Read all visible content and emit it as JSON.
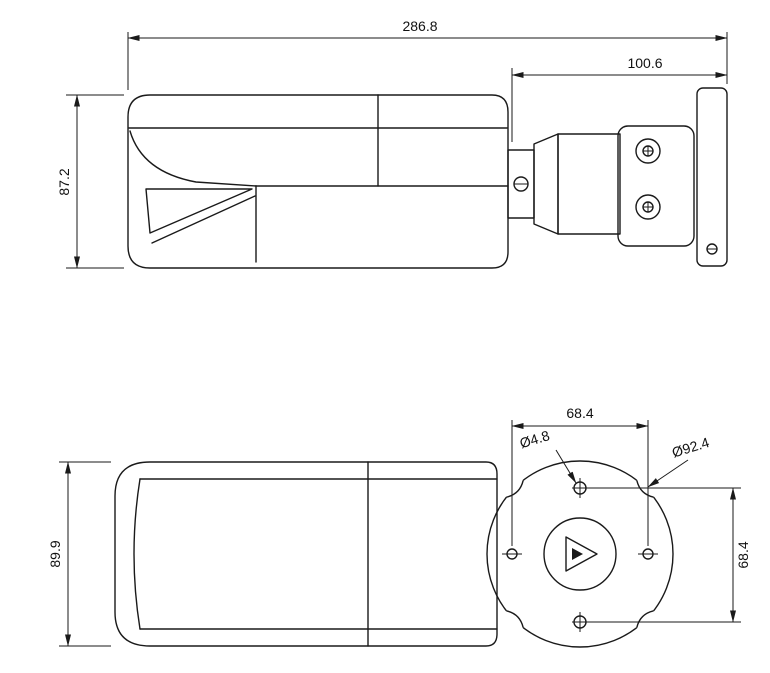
{
  "drawing": {
    "line_color": "#1a1a1a",
    "background_color": "#ffffff",
    "side_view": {
      "overall_length": "286.8",
      "bracket_length": "100.6",
      "height": "87.2"
    },
    "top_view": {
      "body_width": "89.9",
      "hole_spacing_horizontal": "68.4",
      "hole_diameter": "Ø4.8",
      "base_diameter": "Ø92.4",
      "hole_spacing_vertical": "68.4"
    }
  }
}
